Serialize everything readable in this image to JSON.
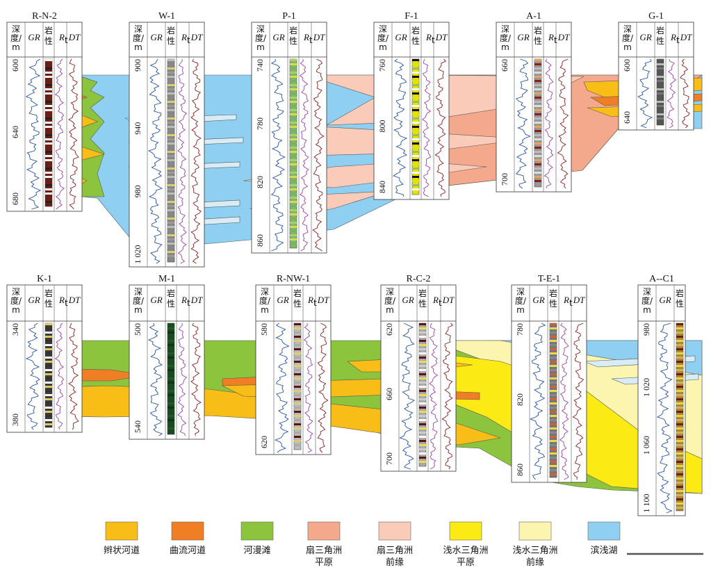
{
  "header_labels": {
    "depth_line1": "深",
    "depth_line2": "度/",
    "depth_line3": "m",
    "gr": "GR",
    "lith_line1": "岩",
    "lith_line2": "性",
    "rt": "R",
    "rt_sub": "t",
    "dt": "DT"
  },
  "colors": {
    "braided": "#f9bd17",
    "meander": "#f07e24",
    "floodplain": "#8dc43e",
    "fan_plain": "#f4a98c",
    "fan_front": "#f9cbb8",
    "shallow_plain": "#fbea14",
    "shallow_front": "#fcf5b0",
    "lake": "#8fd0f2"
  },
  "wells_row1": [
    {
      "name": "R-N-2",
      "depths": [
        "600",
        "640",
        "680"
      ],
      "has_rt": true,
      "has_dt": true
    },
    {
      "name": "W-1",
      "depths": [
        "900",
        "940",
        "980",
        "1 020"
      ],
      "has_rt": true,
      "has_dt": true
    },
    {
      "name": "P-1",
      "depths": [
        "740",
        "780",
        "820",
        "860"
      ],
      "has_rt": true,
      "has_dt": true
    },
    {
      "name": "F-1",
      "depths": [
        "760",
        "800",
        "840"
      ],
      "has_rt": true,
      "has_dt": true
    },
    {
      "name": "A-1",
      "depths": [
        "660",
        "700"
      ],
      "has_rt": true,
      "has_dt": true
    },
    {
      "name": "G-1",
      "depths": [
        "600",
        "640"
      ],
      "has_rt": true,
      "has_dt": true
    }
  ],
  "wells_row2": [
    {
      "name": "K-1",
      "depths": [
        "340",
        "380"
      ],
      "has_rt": true,
      "has_dt": true
    },
    {
      "name": "M-1",
      "depths": [
        "500",
        "540"
      ],
      "has_rt": true,
      "has_dt": true
    },
    {
      "name": "R-NW-1",
      "depths": [
        "580",
        "620"
      ],
      "has_rt": true,
      "has_dt": true
    },
    {
      "name": "R-C-2",
      "depths": [
        "620",
        "660",
        "700"
      ],
      "has_rt": true,
      "has_dt": true
    },
    {
      "name": "T-E-1",
      "depths": [
        "780",
        "820",
        "860"
      ],
      "has_rt": true,
      "has_dt": true
    },
    {
      "name": "A--C1",
      "depths": [
        "980",
        "1 020",
        "1 060",
        "1 100"
      ],
      "has_rt": false,
      "has_dt": false
    }
  ],
  "legend": [
    {
      "line1": "辫状河道",
      "line2": "",
      "color": "#f9bd17"
    },
    {
      "line1": "曲流河道",
      "line2": "",
      "color": "#f07e24"
    },
    {
      "line1": "河漫滩",
      "line2": "",
      "color": "#8dc43e"
    },
    {
      "line1": "扇三角洲",
      "line2": "平原",
      "color": "#f4a98c"
    },
    {
      "line1": "扇三角洲",
      "line2": "前缘",
      "color": "#f9cbb8"
    },
    {
      "line1": "浅水三角洲",
      "line2": "平原",
      "color": "#fbea14"
    },
    {
      "line1": "浅水三角洲",
      "line2": "前缘",
      "color": "#fcf5b0"
    },
    {
      "line1": "滨浅湖",
      "line2": "",
      "color": "#8fd0f2"
    }
  ]
}
